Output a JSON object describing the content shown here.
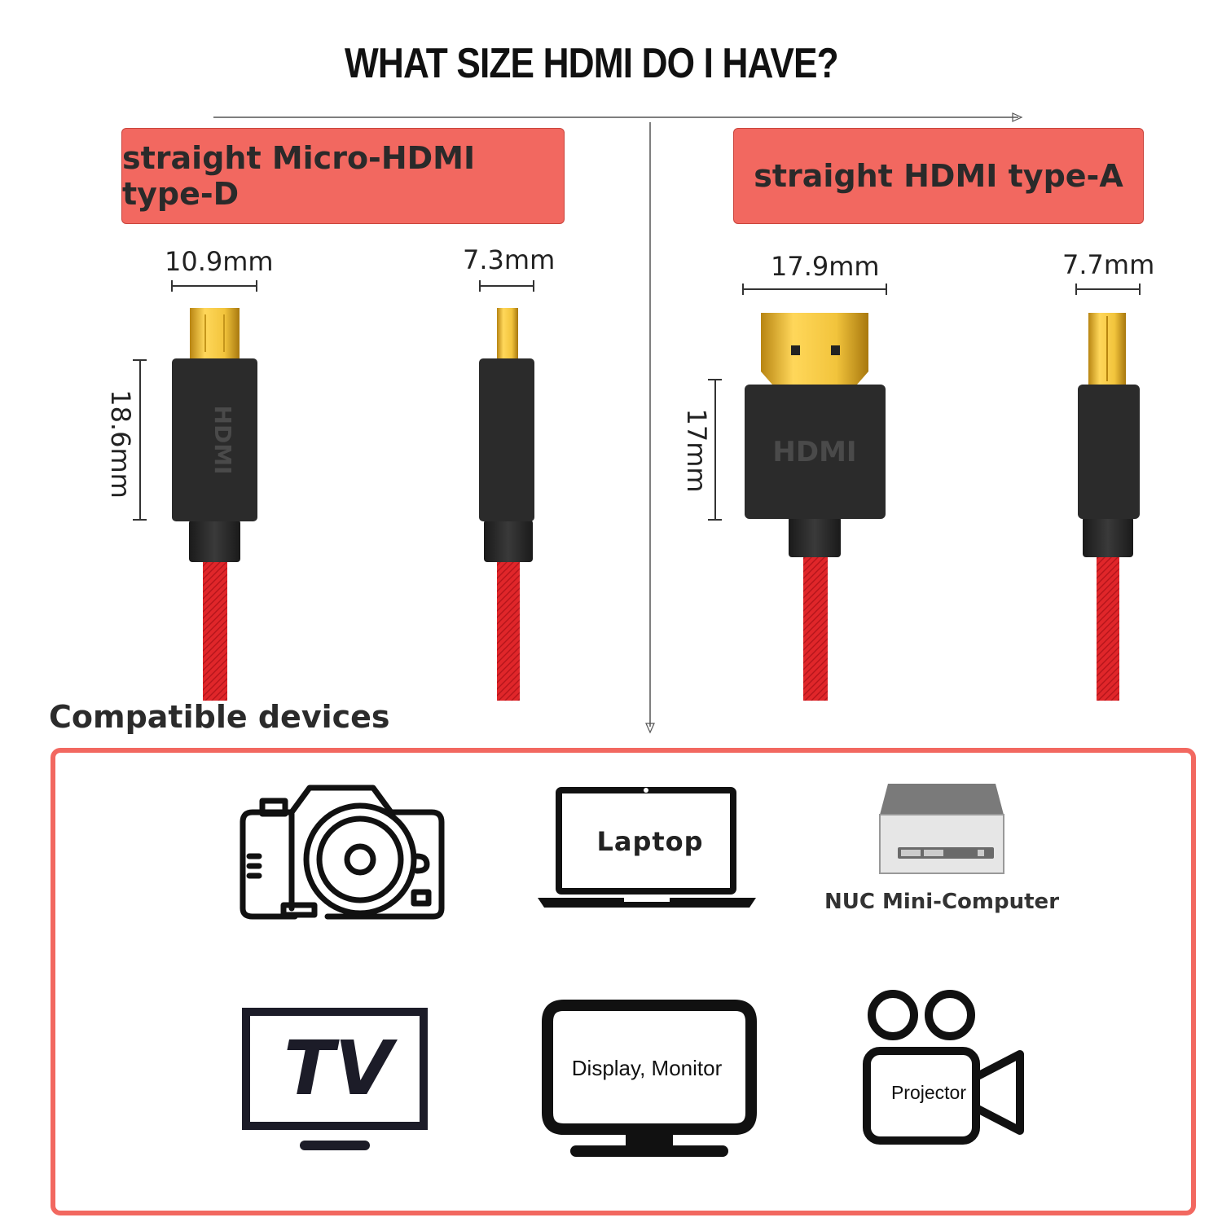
{
  "title": "WHAT SIZE HDMI DO I HAVE?",
  "connectors": [
    {
      "label": "straight Micro-HDMI type-D",
      "width": "10.9mm",
      "thickness": "7.3mm",
      "height": "18.6mm",
      "brand": "HDMI"
    },
    {
      "label": "straight HDMI type-A",
      "width": "17.9mm",
      "thickness": "7.7mm",
      "height": "17mm",
      "brand": "HDMI"
    }
  ],
  "compatible_heading": "Compatible devices",
  "devices": {
    "camera": {
      "icon": "camera-icon"
    },
    "laptop": {
      "icon": "laptop-icon",
      "label": "Laptop"
    },
    "nuc": {
      "icon": "mini-computer-icon",
      "label": "NUC Mini-Computer"
    },
    "tv": {
      "icon": "tv-icon",
      "label": "TV"
    },
    "monitor": {
      "icon": "monitor-icon",
      "label": "Display, Monitor"
    },
    "projector": {
      "icon": "projector-icon",
      "label": "Projector"
    }
  },
  "colors": {
    "accent": "#f26860",
    "cable": "#e0262a",
    "gold": "#e8b22a",
    "plug": "#2a2a2a"
  }
}
